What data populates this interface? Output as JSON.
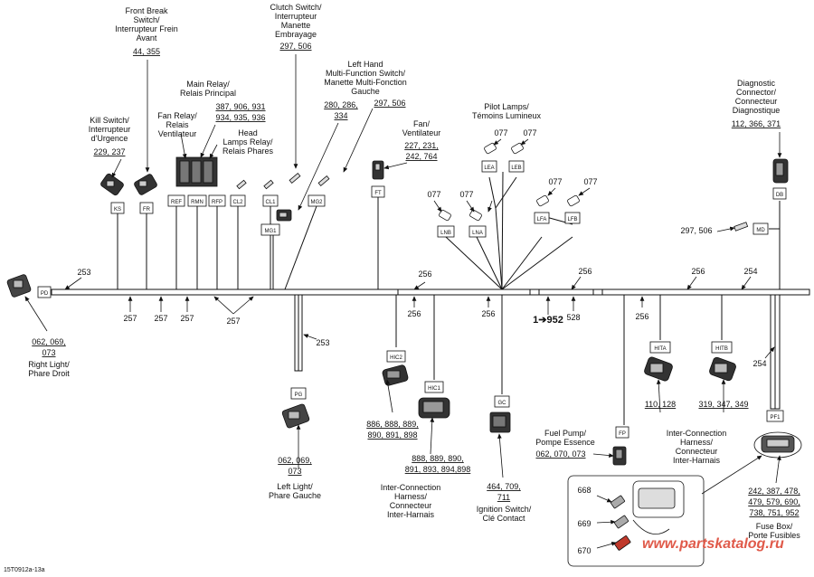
{
  "labels": {
    "front_break": [
      "Front Break",
      "Switch/",
      "Interrupteur Frein",
      "Avant"
    ],
    "front_break_parts": "44, 355",
    "clutch": [
      "Clutch Switch/",
      "Interrupteur",
      "Manette",
      "Embrayage"
    ],
    "clutch_parts": "297, 506",
    "main_relay": [
      "Main Relay/",
      "Relais Principal"
    ],
    "main_relay_parts_1": "387, 906, 931",
    "main_relay_parts_2": "934, 935, 936",
    "lhmf": [
      "Left Hand",
      "Multi-Function Switch/",
      "Manette Multi-Fonction",
      "Gauche"
    ],
    "lhmf_parts_1": "280, 286,",
    "lhmf_parts_2": "334",
    "lhmf_parts_3": "297, 506",
    "kill": [
      "Kill Switch/",
      "Interrupteur",
      "d'Urgence"
    ],
    "kill_parts": "229, 237",
    "fan_relay": [
      "Fan Relay/",
      "Relais",
      "Ventilateur"
    ],
    "head_relay": [
      "Head",
      "Lamps Relay/",
      "Relais Phares"
    ],
    "fan": [
      "Fan/",
      "Ventilateur"
    ],
    "fan_parts_1": "227, 231,",
    "fan_parts_2": "242, 764",
    "pilot": [
      "Pilot Lamps/",
      "Témoins Lumineux"
    ],
    "diag": [
      "Diagnostic",
      "Connector/",
      "Connecteur",
      "Diagnostique"
    ],
    "diag_parts": "112, 366, 371",
    "md_parts": "297, 506",
    "right_light_parts_1": "062, 069,",
    "right_light_parts_2": "073",
    "right_light": [
      "Right Light/",
      "Phare Droit"
    ],
    "left_light_parts_1": "062, 069,",
    "left_light_parts_2": "073",
    "left_light": [
      "Left Light/",
      "Phare Gauche"
    ],
    "hic2_parts_1": "886, 888, 889,",
    "hic2_parts_2": "890, 891, 898",
    "hic1_parts_1": "888, 889, 890,",
    "hic1_parts_2": "891, 893, 894,898",
    "inter_left": [
      "Inter-Connection",
      "Harness/",
      "Connecteur",
      "Inter-Harnais"
    ],
    "ign_parts_1": "464, 709,",
    "ign_parts_2": "711",
    "ignition": [
      "Ignition Switch/",
      "Clé Contact"
    ],
    "fuel": [
      "Fuel Pump/",
      "Pompe Essence"
    ],
    "fuel_parts": "062, 070, 073",
    "hita_parts": "110, 128",
    "hitb_parts": "319, 347, 349",
    "inter_right": [
      "Inter-Connection",
      "Harness/",
      "Connecteur",
      "Inter-Harnais"
    ],
    "fuse_parts_1": "242, 387, 478,",
    "fuse_parts_2": "479, 579, 690,",
    "fuse_parts_3": "738, 751, 952",
    "fuse": [
      "Fuse Box/",
      "Porte Fusibles"
    ],
    "ref_952": "1➔952",
    "footer": "15T0912a-13a",
    "watermark": "www.partskatalog.ru"
  },
  "wire_numbers": {
    "w253_top": "253",
    "w257_a": "257",
    "w257_b": "257",
    "w257_c": "257",
    "w257_d": "257",
    "w253_mid": "253",
    "w256_a": "256",
    "w256_b": "256",
    "w256_c": "256",
    "w256_d": "256",
    "w256_e": "256",
    "w256_f": "256",
    "w254_a": "254",
    "w254_b": "254",
    "w528": "528",
    "p668": "668",
    "p669": "669",
    "p670": "670",
    "p077_a": "077",
    "p077_b": "077",
    "p077_c": "077",
    "p077_d": "077",
    "p077_e": "077",
    "p077_f": "077"
  },
  "connector_tags": {
    "PD": "PD",
    "KS": "KS",
    "FR": "FR",
    "REF": "REF",
    "RMN": "RMN",
    "RFP": "RFP",
    "CL2": "CL2",
    "CL1": "CL1",
    "MG2": "MG2",
    "MG1": "MG1",
    "FT": "FT",
    "LNB": "LNB",
    "LNA": "LNA",
    "LEA": "LEA",
    "LEB": "LEB",
    "LFA": "LFA",
    "LFB": "LFB",
    "DB": "DB",
    "MD": "MD",
    "PG": "PG",
    "HIC2": "HIC2",
    "HIC1": "HIC1",
    "GC": "GC",
    "FP": "FP",
    "HITA": "HITA",
    "HITB": "HITB",
    "PF1": "PF1"
  }
}
